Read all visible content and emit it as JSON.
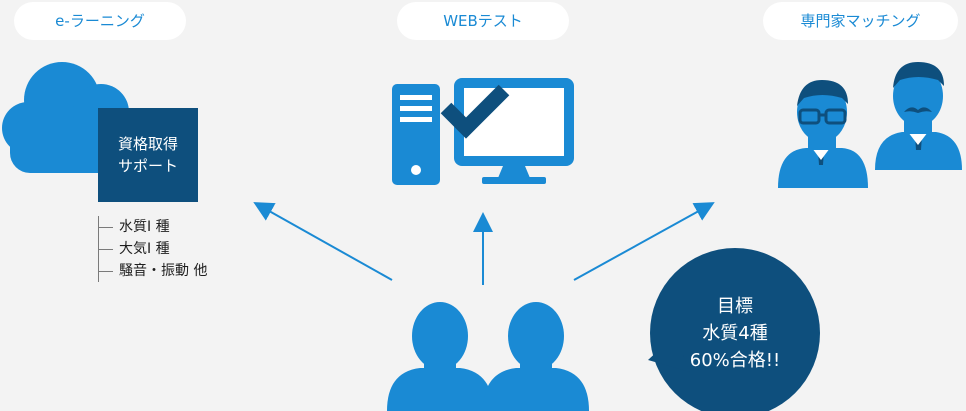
{
  "categories": {
    "elearning": "e-ラーニング",
    "webtest": "WEBテスト",
    "expert": "専門家マッチング"
  },
  "support_box": {
    "line1": "資格取得",
    "line2": "サポート"
  },
  "qualifications": [
    "水質Ⅰ 種",
    "大気Ⅰ 種",
    "騒音・振動 他"
  ],
  "goal": {
    "line1": "目標",
    "line2": "水質4種",
    "line3": "60%合格!!"
  },
  "colors": {
    "background": "#f3f3f3",
    "icon_blue": "#1a8ad4",
    "dark_navy": "#0e4f7d",
    "pill_text": "#1a8ad4"
  },
  "icons": [
    "cloud-icon",
    "computer-check-icon",
    "experts-icon",
    "users-icon",
    "arrow-icon"
  ]
}
